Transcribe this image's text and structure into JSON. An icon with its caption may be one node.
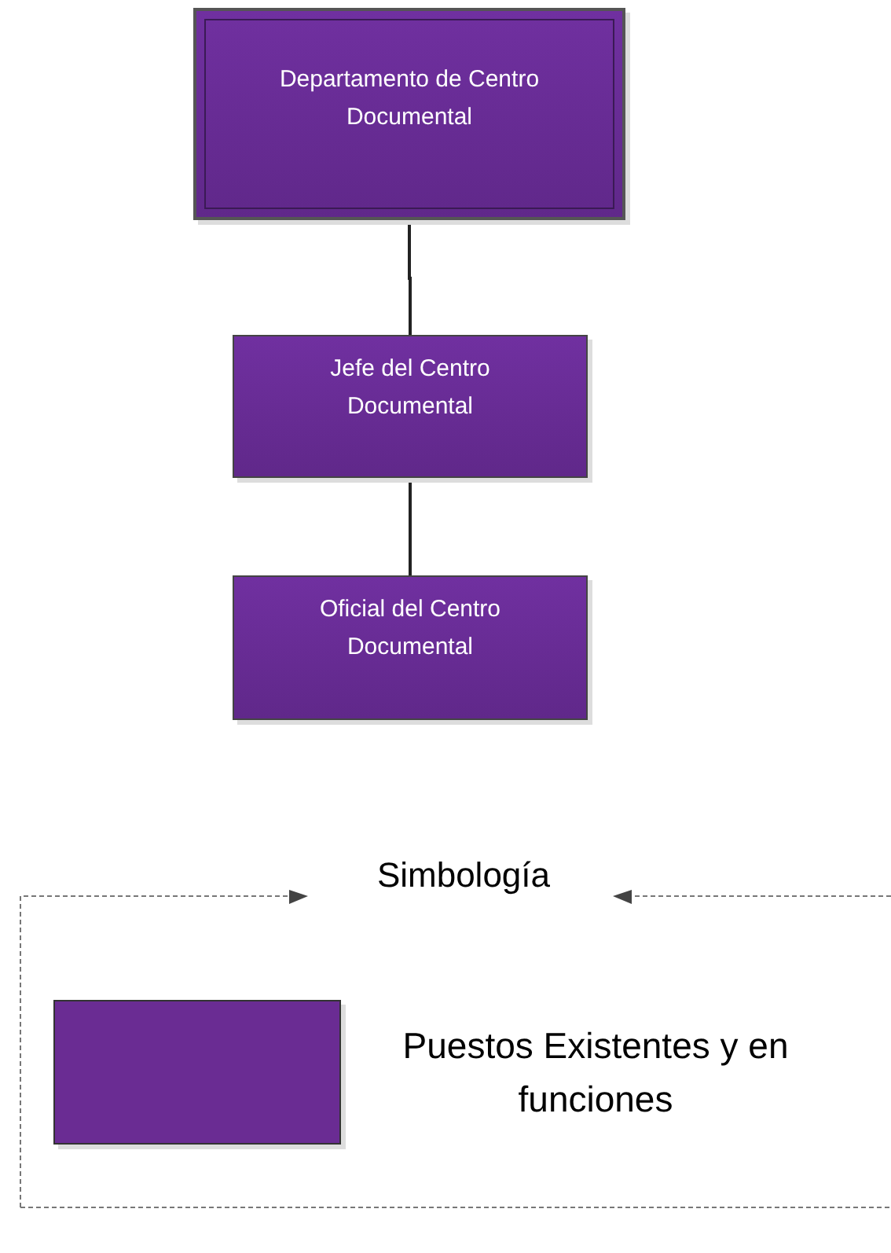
{
  "diagram": {
    "nodes": [
      {
        "text": [
          "Departamento de Centro Documental"
        ]
      },
      {
        "text": [
          "Jefe del Centro Documental"
        ]
      },
      {
        "text": [
          "Oficial del Centro Documental"
        ]
      }
    ],
    "edges": [
      {
        "from": 0,
        "to": 1,
        "arrow": "none"
      },
      {
        "from": 1,
        "to": 2,
        "arrow": "none"
      }
    ],
    "labels": [
      "Simbología"
    ],
    "legend": [
      {
        "text": "Puestos Existentes y en funciones",
        "color": "#6a2c93"
      }
    ]
  }
}
